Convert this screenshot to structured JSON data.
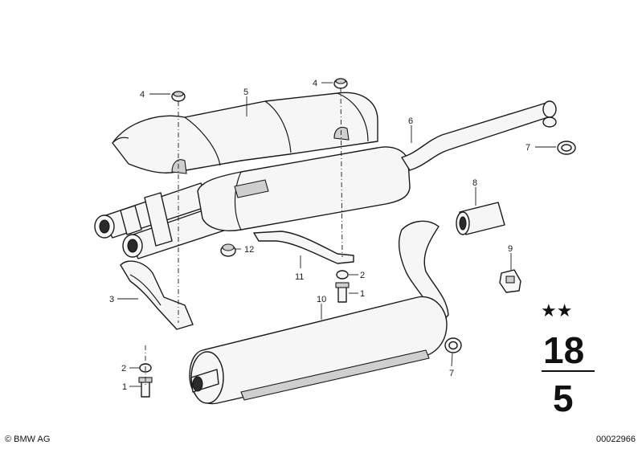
{
  "callouts": {
    "c4a": "4",
    "c4b": "4",
    "c5": "5",
    "c6": "6",
    "c7a": "7",
    "c7b": "7",
    "c8": "8",
    "c9": "9",
    "c12": "12",
    "c11": "11",
    "c2a": "2",
    "c1a": "1",
    "c3": "3",
    "c10": "10",
    "c2b": "2",
    "c1b": "1"
  },
  "group": {
    "stars": "★★",
    "top": "18",
    "bottom": "5"
  },
  "footer": {
    "copyright": "© BMW AG",
    "doc_number": "00022966"
  }
}
